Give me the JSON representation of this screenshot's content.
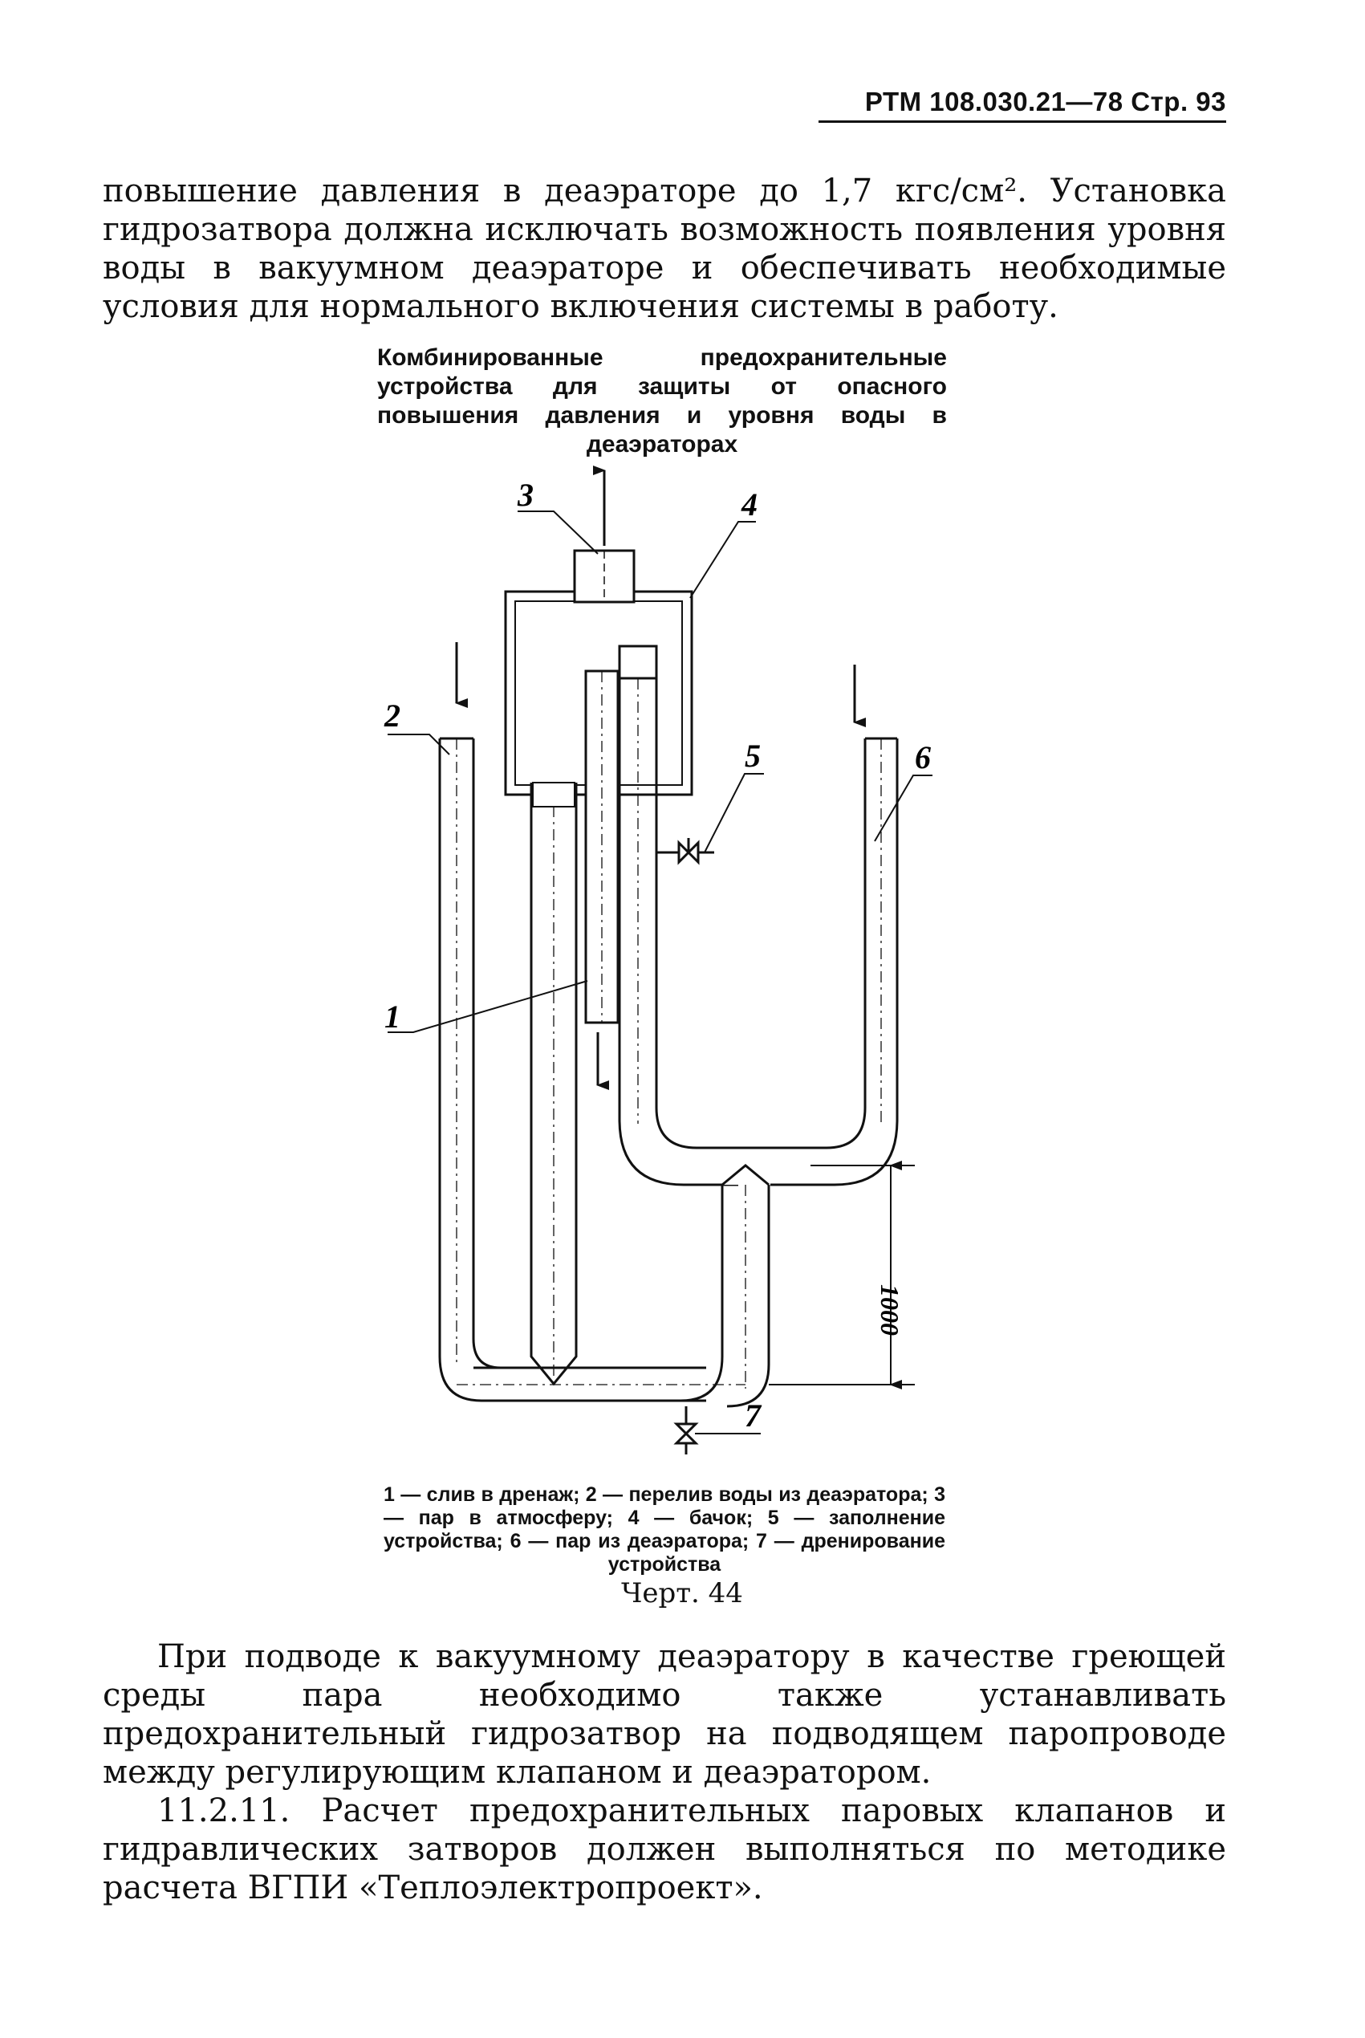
{
  "header": {
    "text": "РТМ 108.030.21—78 Стр. 93"
  },
  "intro_paragraph": "повышение давления в деаэраторе до 1,7 кгс/см². Установка гидрозатвора должна исключать возможность появления уровня воды в вакуумном деаэраторе и обеспечивать необходимые условия для нормального включения системы в работу.",
  "figure": {
    "title": "Комбинированные предохранительные устройства для защиты от опасного повышения давления и уровня воды в деаэраторах",
    "labels": {
      "l1": "1",
      "l2": "2",
      "l3": "3",
      "l4": "4",
      "l5": "5",
      "l6": "6",
      "l7": "7"
    },
    "dimension": "1000",
    "legend": "1 — слив в дренаж; 2 — перелив воды из деаэратора; 3 — пар в атмосферу; 4 — бачок; 5 — заполнение устройства; 6 — пар из деаэратора; 7 — дренирование устройства",
    "caption": "Черт. 44"
  },
  "paragraphs": [
    "При подводе к вакуумному деаэратору в качестве греющей среды пара необходимо также устанавливать предохранительный гидрозатвор на подводящем паропроводе между регулирующим клапаном и деаэратором.",
    "11.2.11. Расчет предохранительных паровых клапанов и гидравлических затворов должен выполняться по методике расчета ВГПИ «Теплоэлектропроект»."
  ]
}
